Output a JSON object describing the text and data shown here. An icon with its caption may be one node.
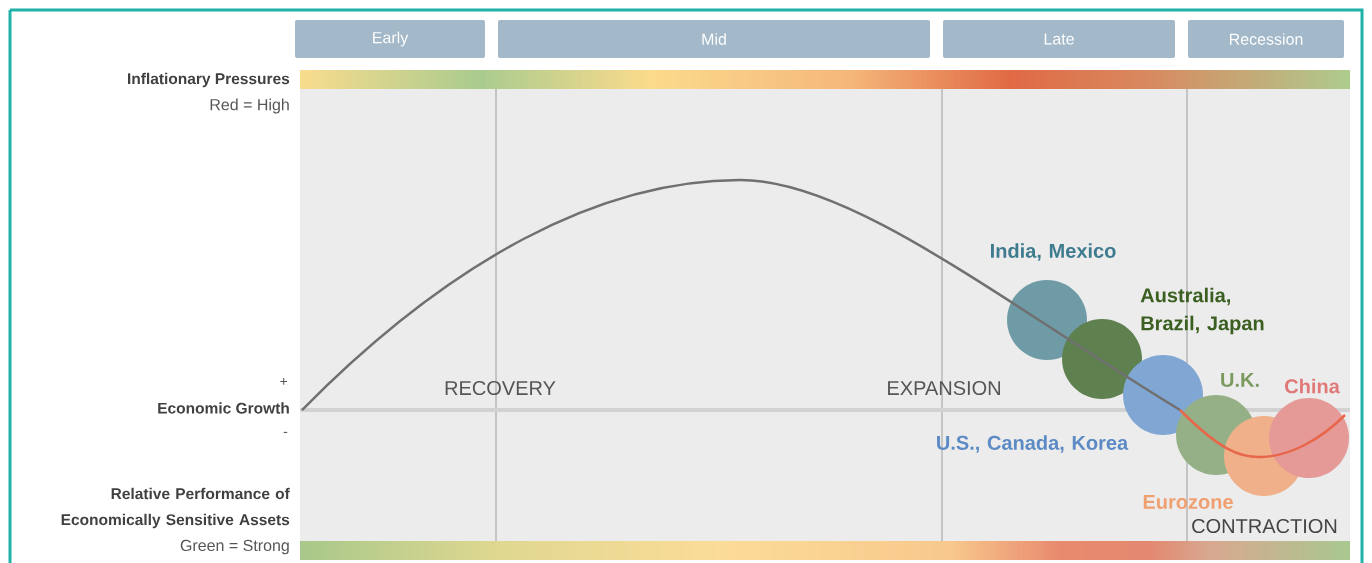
{
  "diagram": {
    "nodes": [
      {
        "text": [
          "Early"
        ]
      },
      {
        "text": [
          "Mid"
        ]
      },
      {
        "text": [
          "Late"
        ]
      },
      {
        "text": [
          "Recession"
        ]
      },
      {
        "text": [
          "India, Mexico"
        ]
      },
      {
        "text": [
          "Australia, Brazil, Japan"
        ]
      },
      {
        "text": [
          "U.S., Canada, Korea"
        ]
      },
      {
        "text": [
          "U.K."
        ]
      },
      {
        "text": [
          "Eurozone"
        ]
      },
      {
        "text": [
          "China"
        ]
      }
    ],
    "labels": [
      "Inflationary Pressures",
      "Red = High",
      "+",
      "Economic Growth",
      "-",
      "Relative Performance of Economically Sensitive Assets",
      "Green = Strong",
      "RECOVERY",
      "EXPANSION",
      "CONTRACTION"
    ]
  }
}
